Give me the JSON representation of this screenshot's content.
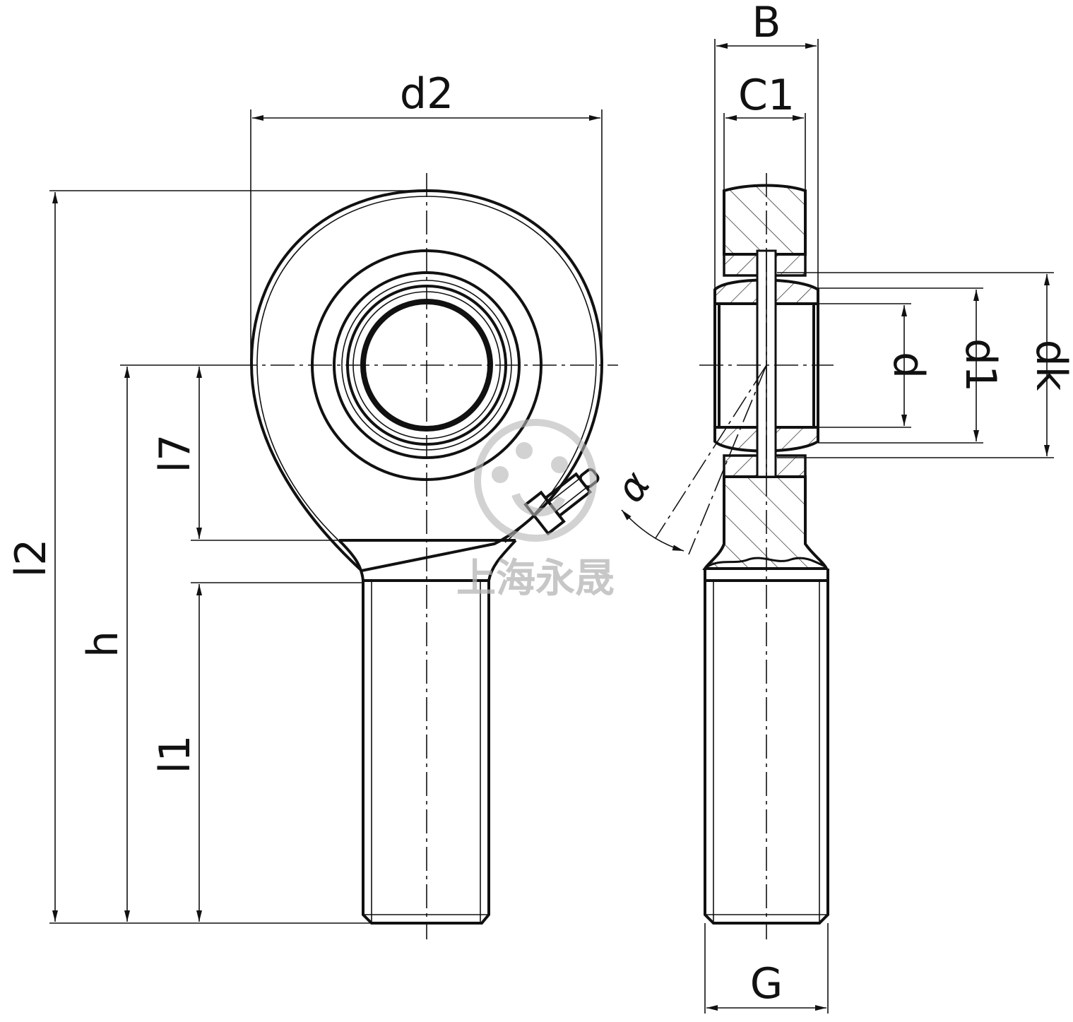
{
  "labels": {
    "d2": "d2",
    "l2": "l2",
    "h": "h",
    "l7": "l7",
    "l1": "l1",
    "B": "B",
    "C1": "C1",
    "d": "d",
    "d1": "d1",
    "dk": "dk",
    "alpha": "α",
    "G": "G"
  },
  "watermark": {
    "text": "上海永晟"
  },
  "colors": {
    "line": "#111111",
    "watermark": "#b5b5b5",
    "background": "#ffffff"
  }
}
